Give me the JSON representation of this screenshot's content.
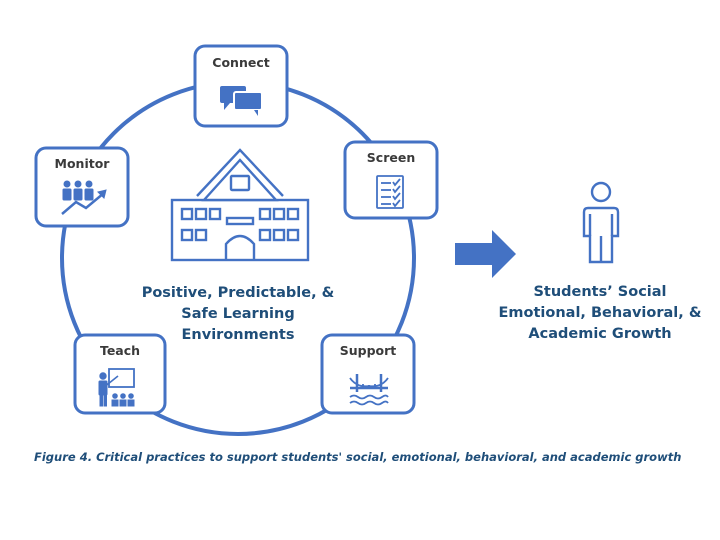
{
  "nodes": {
    "connect": "Connect",
    "screen": "Screen",
    "monitor": "Monitor",
    "teach": "Teach",
    "support": "Support"
  },
  "center": {
    "line1": "Positive, Predictable, &",
    "line2": "Safe Learning",
    "line3": "Environments"
  },
  "outcome": {
    "line1": "Students’ Social",
    "line2": "Emotional, Behavioral, &",
    "line3": "Academic Growth"
  },
  "caption": "Figure 4. Critical practices to support students' social, emotional, behavioral, and academic growth",
  "colors": {
    "stroke": "#4472c4",
    "arrow_fill": "#4472c4",
    "text_dark": "#3a3a3a",
    "text_blue": "#1f4e79"
  }
}
